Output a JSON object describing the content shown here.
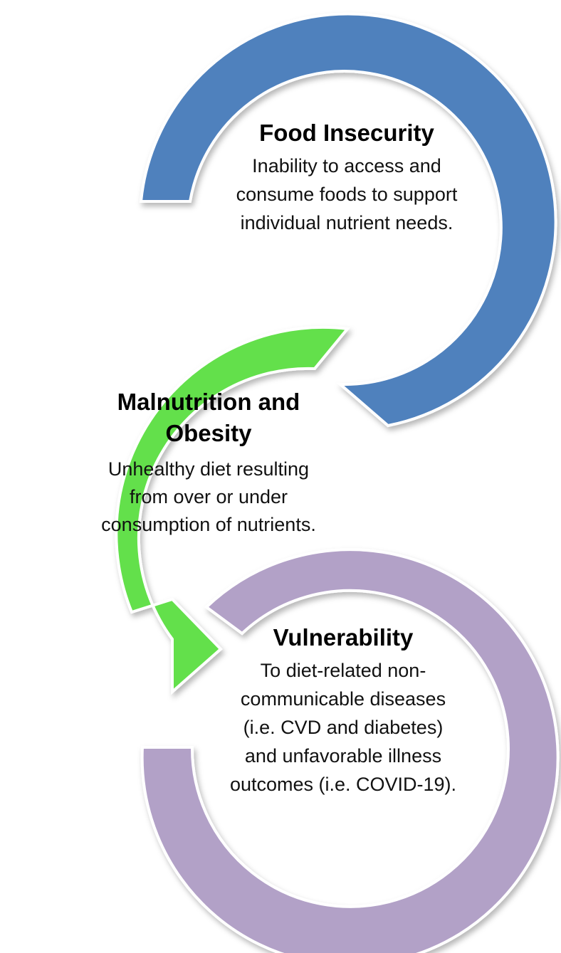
{
  "stages": [
    {
      "title": "Food Insecurity",
      "lines": [
        "Inability to access and",
        "consume foods to support",
        "individual nutrient needs."
      ],
      "color": "#4f81bd"
    },
    {
      "title_lines": [
        "Malnutrition and",
        "Obesity"
      ],
      "lines": [
        "Unhealthy diet resulting",
        "from over or under",
        "consumption of nutrients."
      ],
      "color": "#63e04b"
    },
    {
      "title": "Vulnerability",
      "lines": [
        "To diet-related non-",
        "communicable diseases",
        "(i.e. CVD and diabetes)",
        "and unfavorable illness",
        "outcomes (i.e. COVID-19)."
      ],
      "color": "#b2a1c7"
    }
  ]
}
